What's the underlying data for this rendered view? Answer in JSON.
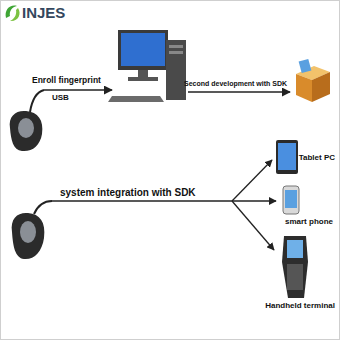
{
  "diagram": {
    "nodes": [
      {
        "text": [
          "Tablet PC"
        ]
      },
      {
        "text": [
          "smart phone"
        ]
      },
      {
        "text": [
          "Handheld terminal"
        ]
      }
    ],
    "labels": [
      "INJES",
      "Enroll fingerprint",
      "USB",
      "Second development with SDK",
      "system integration with SDK"
    ]
  }
}
